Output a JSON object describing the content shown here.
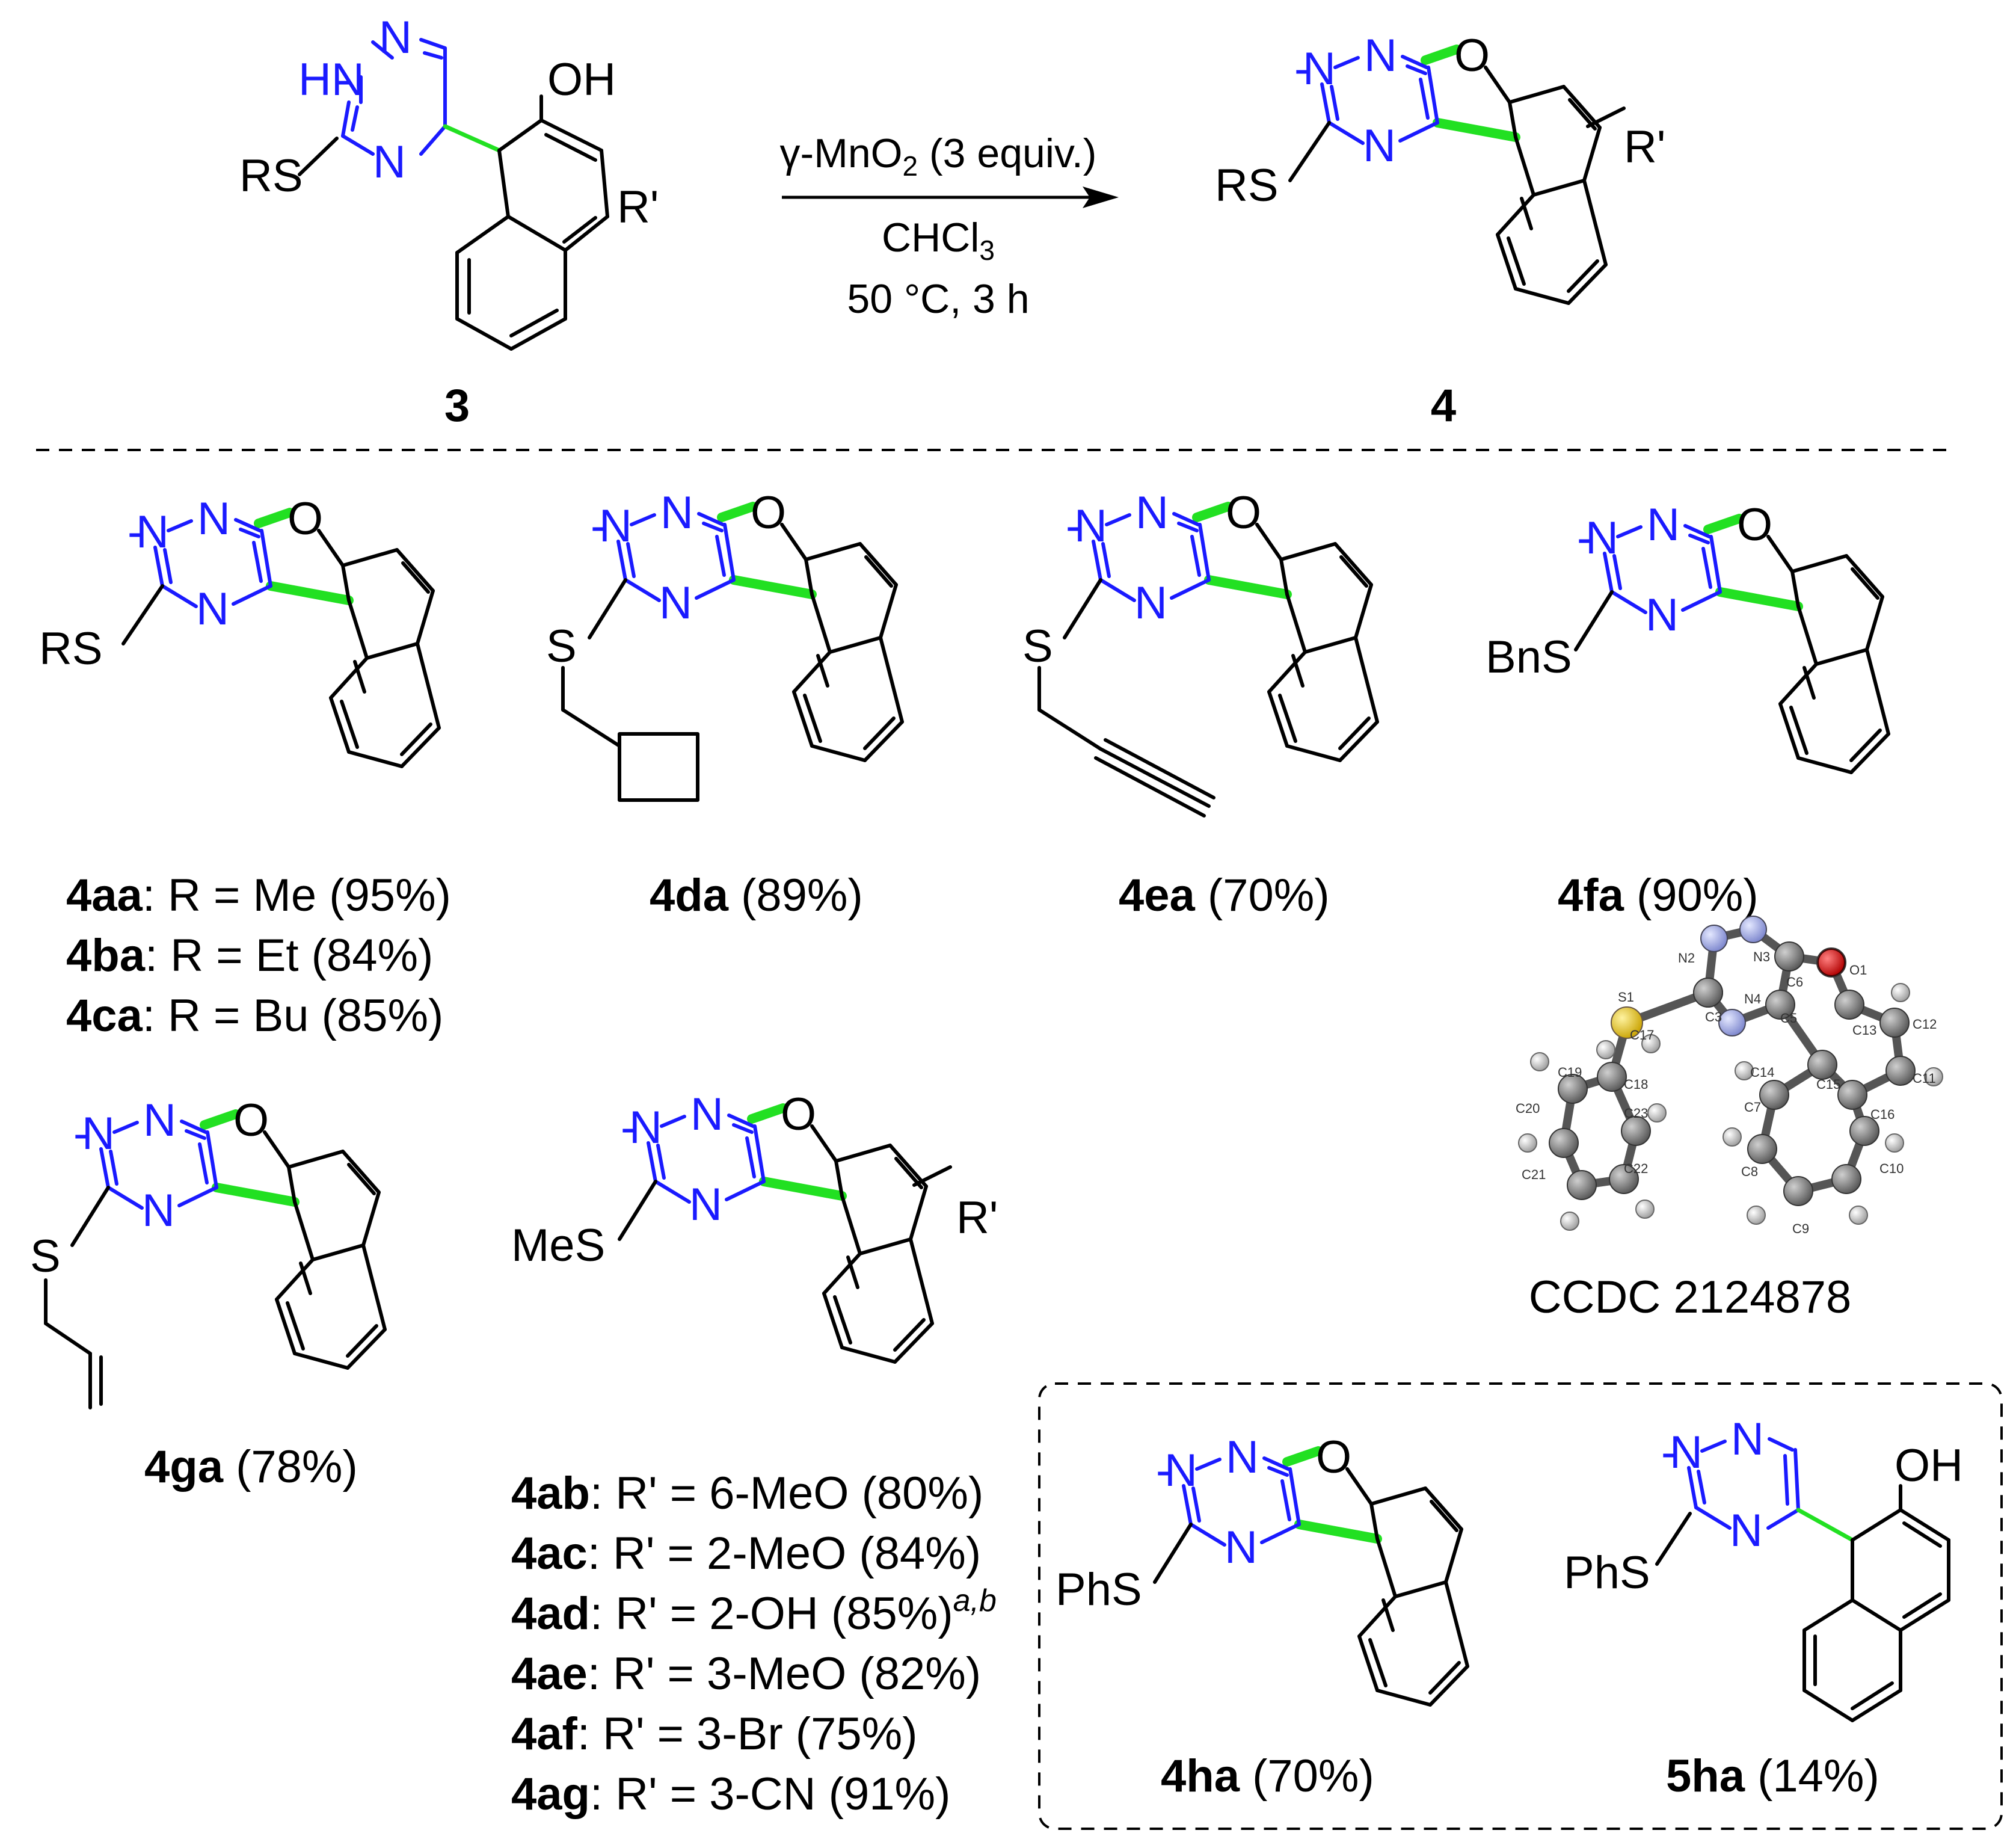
{
  "reaction": {
    "reagent_main": "γ-MnO",
    "reagent_sub": "2",
    "reagent_tail": " (3 equiv.)",
    "solvent_main": "CHCl",
    "solvent_sub": "3",
    "temp_time": "50 °C, 3 h"
  },
  "compounds": {
    "start": "3",
    "product": "4"
  },
  "atoms": {
    "hn": "HN",
    "n": "N",
    "oh": "OH",
    "o": "O",
    "rs": "RS",
    "s": "S",
    "rprime": "R'",
    "bns": "BnS",
    "mes": "MeS",
    "phs": "PhS"
  },
  "entries": {
    "aa_id": "4aa",
    "aa_text": ": R = Me (95%)",
    "ba_id": "4ba",
    "ba_text": ": R = Et (84%)",
    "ca_id": "4ca",
    "ca_text": ": R = Bu (85%)",
    "da_id": "4da",
    "da_text": " (89%)",
    "ea_id": "4ea",
    "ea_text": " (70%)",
    "fa_id": "4fa",
    "fa_text": " (90%)",
    "ga_id": "4ga",
    "ga_text": " (78%)",
    "ab_id": "4ab",
    "ab_text": ": R' = 6-MeO (80%)",
    "ac_id": "4ac",
    "ac_text": ": R' = 2-MeO (84%)",
    "ad_id": "4ad",
    "ad_text": ": R' = 2-OH (85%)",
    "ad_sup": "a,b",
    "ae_id": "4ae",
    "ae_text": ": R' = 3-MeO (82%)",
    "af_id": "4af",
    "af_text": ": R' = 3-Br (75%)",
    "ag_id": "4ag",
    "ag_text": ": R' = 3-CN (91%)",
    "ha_id": "4ha",
    "ha_text": " (70%)",
    "h5_id": "5ha",
    "h5_text": " (14%)"
  },
  "crystal": {
    "ccdc": "CCDC 2124878",
    "atom_labels": [
      "S1",
      "N2",
      "N3",
      "C6",
      "O1",
      "C3",
      "N4",
      "C5",
      "C13",
      "C17",
      "C12",
      "C19",
      "C18",
      "C14",
      "C15",
      "C11",
      "C20",
      "C23",
      "C7",
      "C16",
      "C8",
      "C10",
      "C21",
      "C22",
      "C9"
    ]
  },
  "colors": {
    "bond": "#000000",
    "triazine": "#1a1aff",
    "new_bond": "#22e022",
    "sulfur": "#e6c619",
    "oxygen": "#d01010",
    "nitrogen": "#9aa4ee",
    "carbon": "#6e6e6e",
    "hydrogen": "#d8d8d8"
  }
}
